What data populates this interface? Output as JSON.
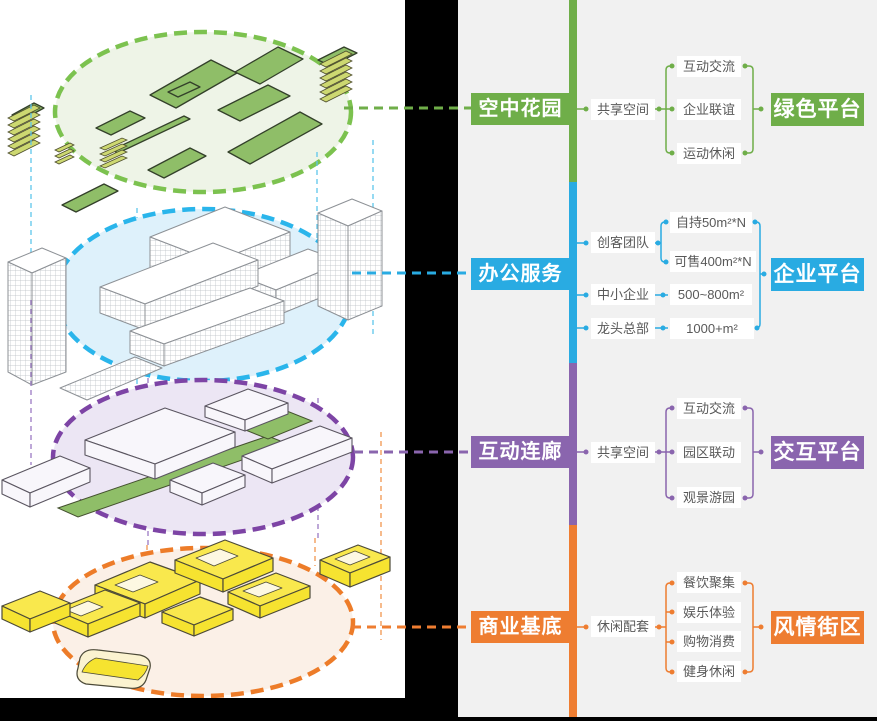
{
  "colors": {
    "green": "#6fae49",
    "blue": "#29abe2",
    "purple": "#8a65ae",
    "orange": "#ee7d31",
    "green_ellipse": "#7cc24f",
    "blue_ellipse": "#2ab5eb",
    "purple_ellipse": "#7d44a5",
    "orange_ellipse": "#ed7c29",
    "flow_background": "#f1f1f1",
    "panel_background": "#ffffff",
    "frame": "#000000",
    "white_box_text": "#595959"
  },
  "rows": [
    {
      "category": "空中花园",
      "mid": "共享空间",
      "items": [
        "互动交流",
        "企业联谊",
        "运动休闲"
      ],
      "platform": "绿色平台"
    },
    {
      "category": "办公服务",
      "groups": [
        {
          "label": "创客团队",
          "values": [
            "自持50m²*N",
            "可售400m²*N"
          ]
        },
        {
          "label": "中小企业",
          "values": [
            "500~800m²"
          ]
        },
        {
          "label": "龙头总部",
          "values": [
            "1000+m²"
          ]
        }
      ],
      "platform": "企业平台"
    },
    {
      "category": "互动连廊",
      "mid": "共享空间",
      "items": [
        "互动交流",
        "园区联动",
        "观景游园"
      ],
      "platform": "交互平台"
    },
    {
      "category": "商业基底",
      "mid": "休闲配套",
      "items": [
        "餐饮聚集",
        "娱乐体验",
        "购物消费",
        "健身休闲"
      ],
      "platform": "风情街区"
    }
  ]
}
